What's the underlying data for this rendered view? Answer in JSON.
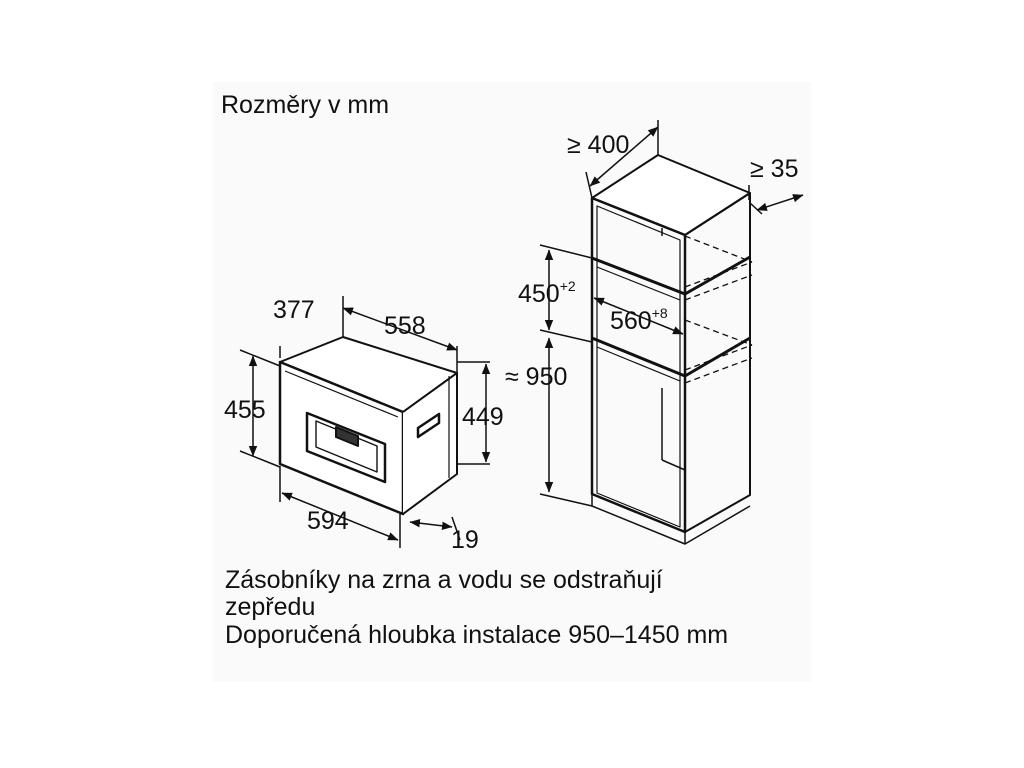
{
  "title": "Rozměry v mm",
  "appliance": {
    "depth": "377",
    "front_depth": "558",
    "height": "455",
    "height_inner": "449",
    "width": "594",
    "front_offset": "19"
  },
  "cabinet": {
    "width_min": "≥ 400",
    "gap_min": "≥ 35",
    "niche_height": "450",
    "niche_height_tol": "+2",
    "niche_width": "560",
    "niche_width_tol": "+8",
    "floor_height": "≈ 950"
  },
  "notes": [
    "Zásobníky na zrna a vodu se odstraňují",
    "zepředu",
    "Doporučená hloubka instalace 950–1450 mm"
  ]
}
